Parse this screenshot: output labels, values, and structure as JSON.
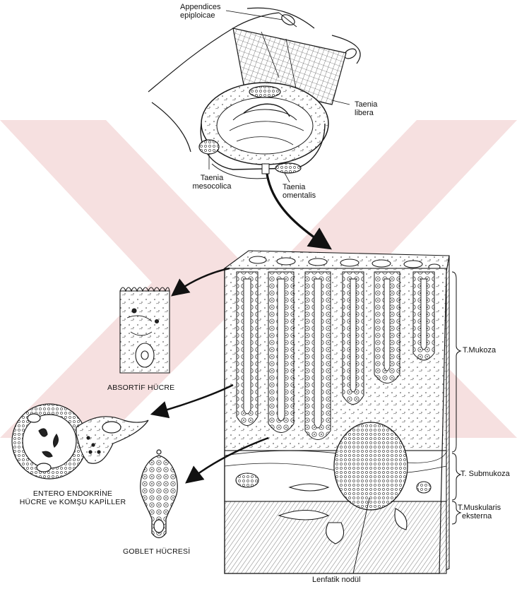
{
  "labels": {
    "appendices": [
      "Appendices",
      "epiploicae"
    ],
    "taenia_libera": [
      "Taenia",
      "libera"
    ],
    "taenia_mesocolica": [
      "Taenia",
      "mesocolica"
    ],
    "taenia_omentalis": [
      "Taenia",
      "omentalis"
    ],
    "absortif": "ABSORTİF HÜCRE",
    "entero": [
      "ENTERO  ENDOKRİNE",
      "HÜCRE ve KOMŞU KAPİLLER"
    ],
    "goblet": "GOBLET HÜCRESİ",
    "lenfatik": "Lenfatik nodül",
    "mukoza": "T.Mukoza",
    "submukoza": "T. Submukoza",
    "muskularis": [
      "T.Muskularis",
      "eksterna"
    ]
  },
  "colors": {
    "ink": "#1a1a1a",
    "watermark": "#f3d6d6"
  },
  "icons": [
    "colon-segment-illustration",
    "tissue-block-illustration",
    "absorptive-cell-illustration",
    "enteroendocrine-cell-illustration",
    "goblet-cell-illustration"
  ]
}
